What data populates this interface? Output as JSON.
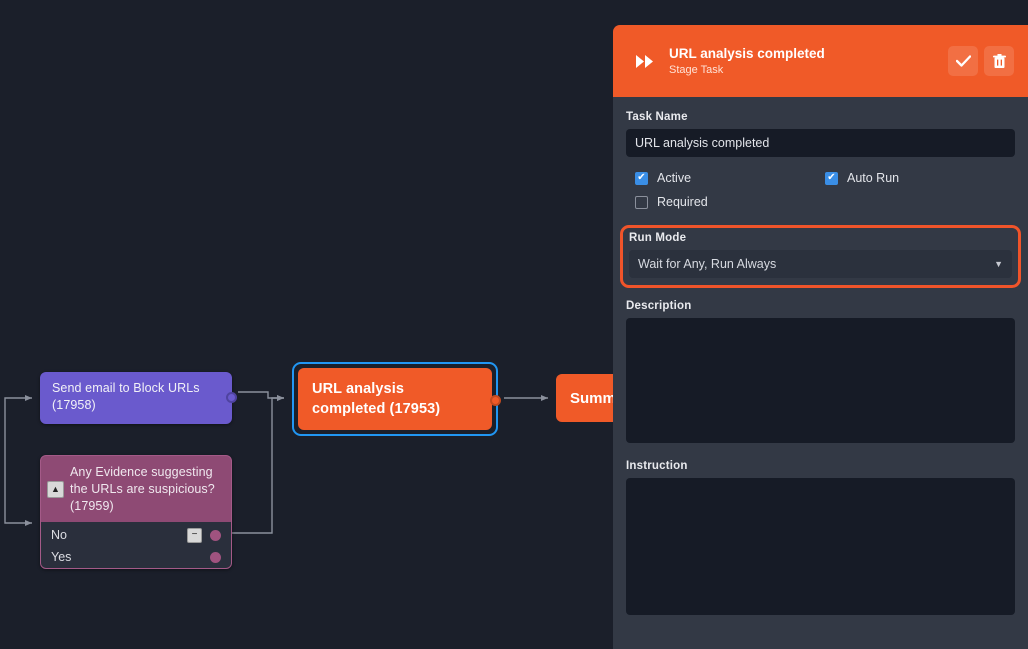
{
  "canvas": {
    "background": "#1b1f2a",
    "nodes": [
      {
        "id": "17958",
        "type": "task",
        "label": "Send email to Block URLs (17958)",
        "color": "#6a5acd",
        "port_name": "output-port"
      },
      {
        "id": "17959",
        "type": "decision",
        "title": "Any Evidence suggesting the URLs are suspicious? (17959)",
        "color": "#8e4a74",
        "collapse_icon": "chevron-up-icon",
        "branches": [
          {
            "label": "No",
            "has_minus_button": true
          },
          {
            "label": "Yes",
            "has_minus_button": false
          }
        ]
      },
      {
        "id": "17953",
        "type": "task",
        "label": "URL analysis completed (17953)",
        "color": "#f05a28",
        "selected": true,
        "selection_color": "#2196f3"
      },
      {
        "id": "summary",
        "type": "task",
        "label": "Summ",
        "color": "#f05a28",
        "clipped": true
      }
    ],
    "edge_color": "#8b909c"
  },
  "panel": {
    "header": {
      "icon": "fast-forward-icon",
      "title": "URL analysis completed",
      "subtitle": "Stage Task",
      "accent": "#f05a28",
      "confirm_icon": "check-icon",
      "delete_icon": "trash-icon"
    },
    "task_name": {
      "label": "Task Name",
      "value": "URL analysis completed",
      "placeholder": "Task Name"
    },
    "checkboxes": [
      {
        "label": "Active",
        "checked": true
      },
      {
        "label": "Auto Run",
        "checked": true
      },
      {
        "label": "Required",
        "checked": false
      }
    ],
    "run_mode": {
      "label": "Run Mode",
      "value": "Wait for Any, Run Always",
      "caret": "▼",
      "highlight_color": "#f0542a",
      "highlighted": true
    },
    "description": {
      "label": "Description",
      "value": "",
      "placeholder": ""
    },
    "instruction": {
      "label": "Instruction",
      "value": "",
      "placeholder": ""
    }
  }
}
